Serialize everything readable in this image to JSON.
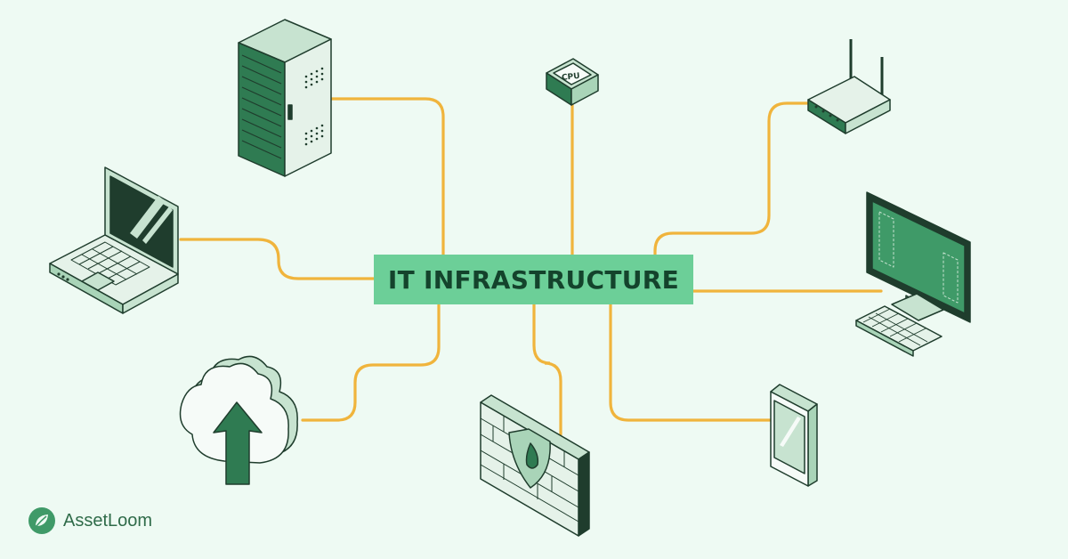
{
  "title": "IT INFRASTRUCTURE",
  "brand": {
    "name": "AssetLoom",
    "icon": "leaf-logo-icon"
  },
  "nodes": [
    {
      "name": "server",
      "icon": "server-rack-icon"
    },
    {
      "name": "cpu",
      "icon": "cpu-icon",
      "label": "CPU"
    },
    {
      "name": "router",
      "icon": "router-icon"
    },
    {
      "name": "laptop",
      "icon": "laptop-icon"
    },
    {
      "name": "desktop",
      "icon": "desktop-monitor-icon"
    },
    {
      "name": "cloud",
      "icon": "cloud-upload-icon"
    },
    {
      "name": "firewall",
      "icon": "firewall-icon"
    },
    {
      "name": "tablet",
      "icon": "tablet-icon"
    }
  ],
  "colors": {
    "background": "#eefaf3",
    "title_box": "#6ccf98",
    "connector": "#f0b43c",
    "outline": "#1f3d2d",
    "device_fill": "#d6eadc",
    "dark_green": "#2f7b52"
  }
}
